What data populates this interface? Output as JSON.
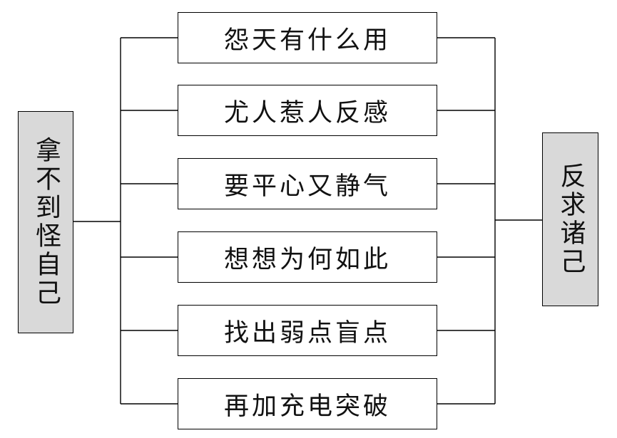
{
  "diagram": {
    "left_label": "拿不到怪自己",
    "right_label": "反求诸己",
    "items": [
      "怨天有什么用",
      "尤人惹人反感",
      "要平心又静气",
      "想想为何如此",
      "找出弱点盲点",
      "再加充电突破"
    ],
    "colors": {
      "side_box_fill": "#d9d9d9",
      "box_border": "#000000",
      "item_fill": "#ffffff"
    }
  }
}
